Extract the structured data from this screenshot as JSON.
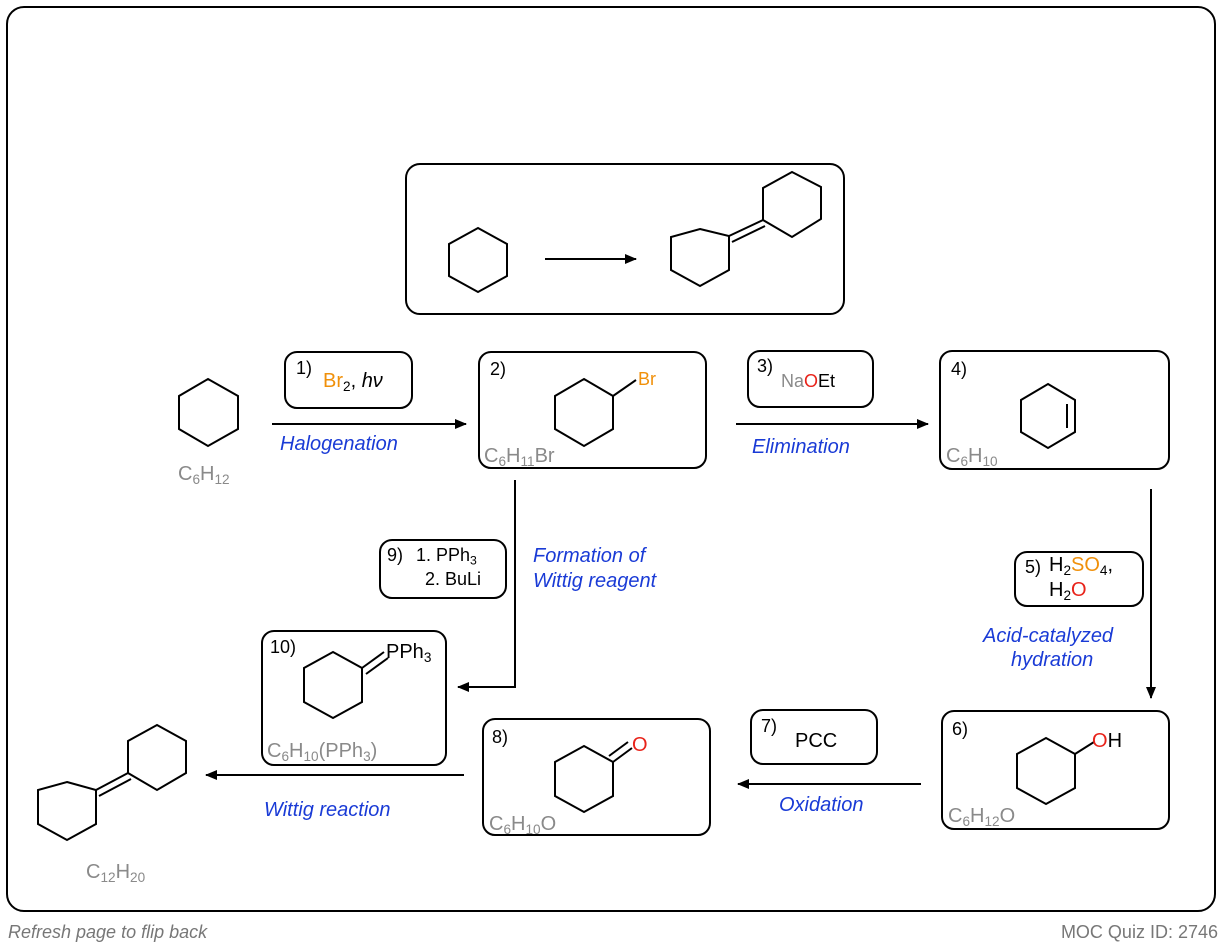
{
  "footer": {
    "left": "Refresh page to flip back",
    "right": "MOC Quiz ID: 2746"
  },
  "formulas": {
    "start": {
      "a": "C",
      "b": "6",
      "c": "H",
      "d": "12"
    },
    "bromide": {
      "a": "C",
      "b": "6",
      "c": "H",
      "d": "11",
      "e": "Br"
    },
    "alkene": {
      "a": "C",
      "b": "6",
      "c": "H",
      "d": "10"
    },
    "alcohol": {
      "a": "C",
      "b": "6",
      "c": "H",
      "d": "12",
      "e": "O"
    },
    "ketone": {
      "a": "C",
      "b": "6",
      "c": "H",
      "d": "10",
      "e": "O"
    },
    "ylide": {
      "a": "C",
      "b": "6",
      "c": "H",
      "d": "10",
      "e": "(PPh",
      "f": "3",
      "g": ")"
    },
    "product": {
      "a": "C",
      "b": "12",
      "c": "H",
      "d": "20"
    }
  },
  "steps": {
    "s1": {
      "num": "1)",
      "reagent": "Br",
      "sub": "2",
      "sep": ", ",
      "extra": "hν",
      "label": "Halogenation"
    },
    "s2": {
      "num": "2)",
      "atom": "Br"
    },
    "s3": {
      "num": "3)",
      "na": "Na",
      "o": "O",
      "et": "Et",
      "label": "Elimination"
    },
    "s4": {
      "num": "4)"
    },
    "s5": {
      "num": "5)",
      "h": "H",
      "hs": "2",
      "so": "SO",
      "s4": "4",
      "comma": ",",
      "h2": "H",
      "h2s": "2",
      "o": "O",
      "label1": "Acid-catalyzed",
      "label2": "hydration"
    },
    "s6": {
      "num": "6)",
      "o": "O",
      "h": "H"
    },
    "s7": {
      "num": "7)",
      "reagent": "PCC",
      "label": "Oxidation"
    },
    "s8": {
      "num": "8)",
      "o": "O"
    },
    "s9": {
      "num": "9)",
      "line1": "1. PPh",
      "sub": "3",
      "line2": "2. BuLi",
      "label1": "Formation of",
      "label2": "Wittig reagent"
    },
    "s10": {
      "num": "10)",
      "p": "PPh",
      "psub": "3"
    },
    "wittig": {
      "label": "Wittig reaction"
    }
  }
}
